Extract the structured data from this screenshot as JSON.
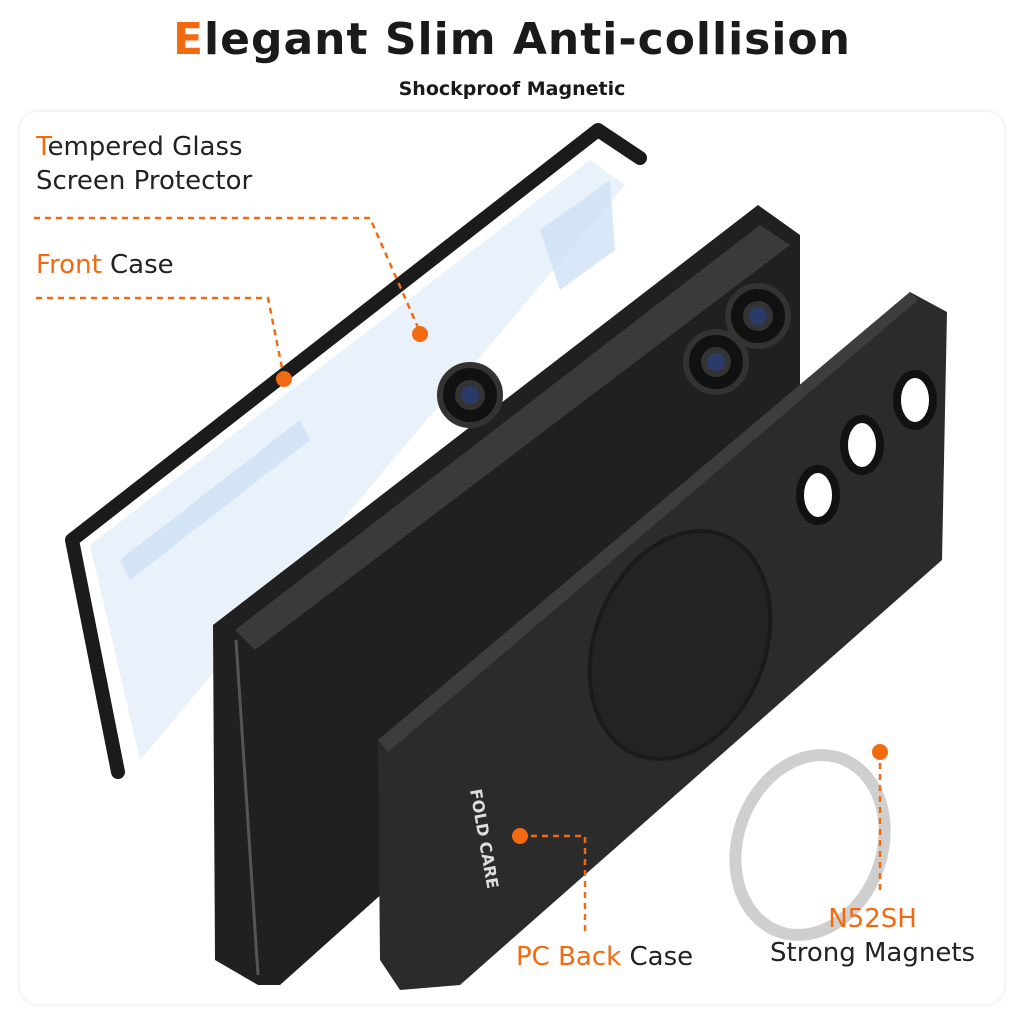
{
  "header": {
    "title_first_letter": "E",
    "title_rest": "legant Slim Anti-collision",
    "subtitle": "Shockproof Magnetic"
  },
  "labels": {
    "glass": {
      "first_letter": "T",
      "line1_rest": "empered Glass",
      "line2": "Screen Protector"
    },
    "front_case": {
      "highlight": "Front",
      "rest": " Case"
    },
    "back_case": {
      "highlight": "PC Back",
      "rest": " Case"
    },
    "magnets": {
      "line1": "N52SH",
      "line2": "Strong Magnets"
    }
  },
  "case_logo": "FOLD CARE",
  "colors": {
    "accent": "#f26a10",
    "case": "#1c1c1c",
    "text": "#1a1a1a"
  }
}
